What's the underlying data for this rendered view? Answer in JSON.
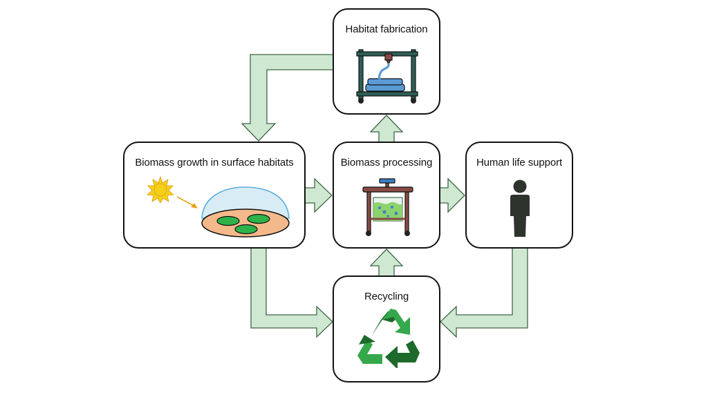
{
  "nodes": {
    "habitat_fabrication": {
      "label": "Habitat fabrication",
      "icon": "3d-printer-icon"
    },
    "biomass_growth": {
      "label": "Biomass growth in surface habitats",
      "icon": "sun-and-dome-habitat-icon"
    },
    "biomass_processing": {
      "label": "Biomass processing",
      "icon": "bioreactor-icon"
    },
    "human_life_support": {
      "label": "Human life support",
      "icon": "person-icon"
    },
    "recycling": {
      "label": "Recycling",
      "icon": "recycle-icon"
    }
  },
  "edges": [
    {
      "from": "Habitat fabrication",
      "to": "Biomass growth in surface habitats"
    },
    {
      "from": "Biomass growth in surface habitats",
      "to": "Biomass processing"
    },
    {
      "from": "Biomass processing",
      "to": "Habitat fabrication"
    },
    {
      "from": "Biomass processing",
      "to": "Human life support"
    },
    {
      "from": "Biomass growth in surface habitats",
      "to": "Recycling"
    },
    {
      "from": "Human life support",
      "to": "Recycling"
    },
    {
      "from": "Recycling",
      "to": "Biomass processing"
    }
  ],
  "colors": {
    "arrow_fill": "#cfe8d2",
    "arrow_stroke": "#3e6646",
    "box_border": "#111111",
    "printer_frame": "#2f5f57",
    "printed_object": "#5b9bd5",
    "sun": "#f6cf1a",
    "dome": "#8ecbea",
    "soil": "#f4b98a",
    "plants": "#2eb34a",
    "liquid": "#8cd26e",
    "person": "#2e332e",
    "recycle_dark": "#1d6a2c",
    "recycle_light": "#34a84a"
  }
}
